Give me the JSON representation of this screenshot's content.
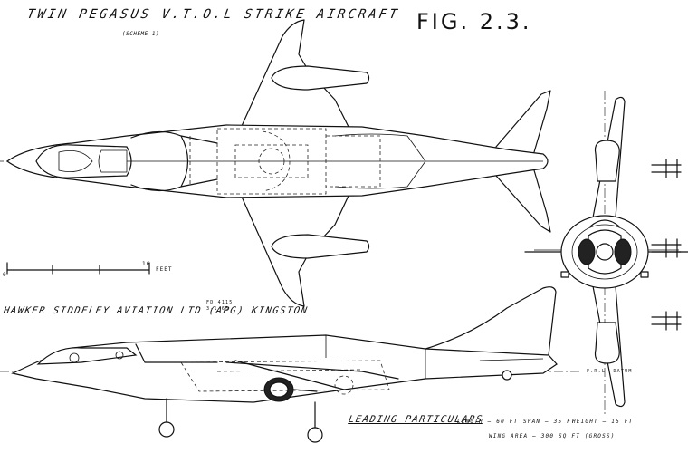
{
  "drawing": {
    "title": "TWIN PEGASUS V.T.O.L STRIKE AIRCRAFT",
    "subtitle": "(SCHEME 1)",
    "figure_label": "FIG. 2.3.",
    "company": "HAWKER SIDDELEY AVIATION LTD (APG) KINGSTON",
    "drawing_ref": "FD 4115\n3-1-63"
  },
  "scale": {
    "start": "0",
    "end": "16",
    "unit": "FEET"
  },
  "side_view": {
    "datum_label": "F.R.L. DATUM"
  },
  "leading_particulars": {
    "heading": "LEADING PARTICULARS",
    "length": "LENGTH — 60 FT",
    "span": "SPAN — 35 FT",
    "height": "HEIGHT — 15 FT",
    "wing_area": "WING AREA — 300 SQ FT (GROSS)"
  }
}
